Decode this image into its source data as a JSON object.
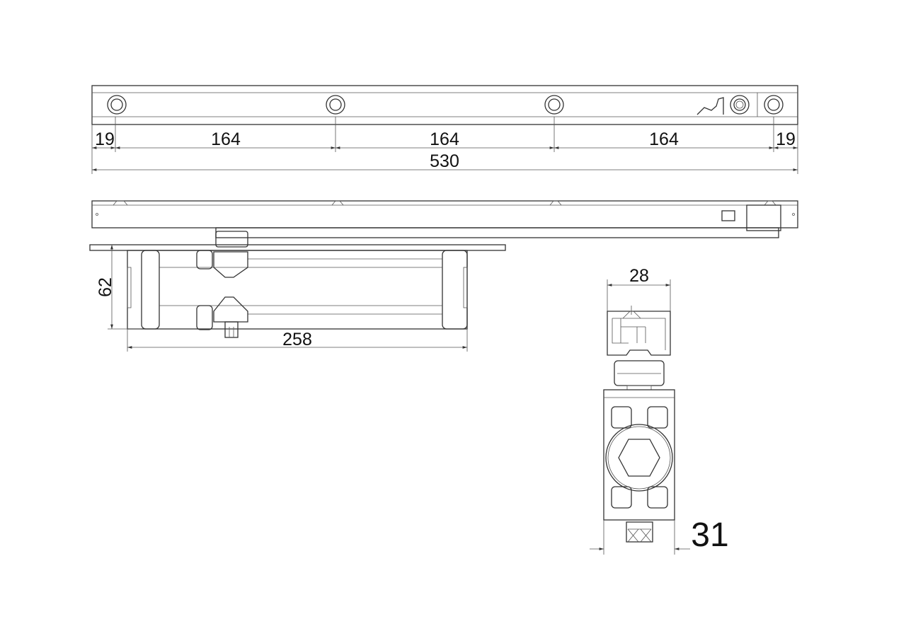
{
  "title": "Door closer slide rail technical drawing",
  "dimensions": {
    "rail_edge_left": "19",
    "rail_spacing_1": "164",
    "rail_spacing_2": "164",
    "rail_spacing_3": "164",
    "rail_edge_right": "19",
    "rail_total_length": "530",
    "body_height": "62",
    "body_length": "258",
    "bracket_width": "28",
    "body_depth": "31"
  },
  "colors": {
    "line": "#333333",
    "background": "#ffffff"
  }
}
